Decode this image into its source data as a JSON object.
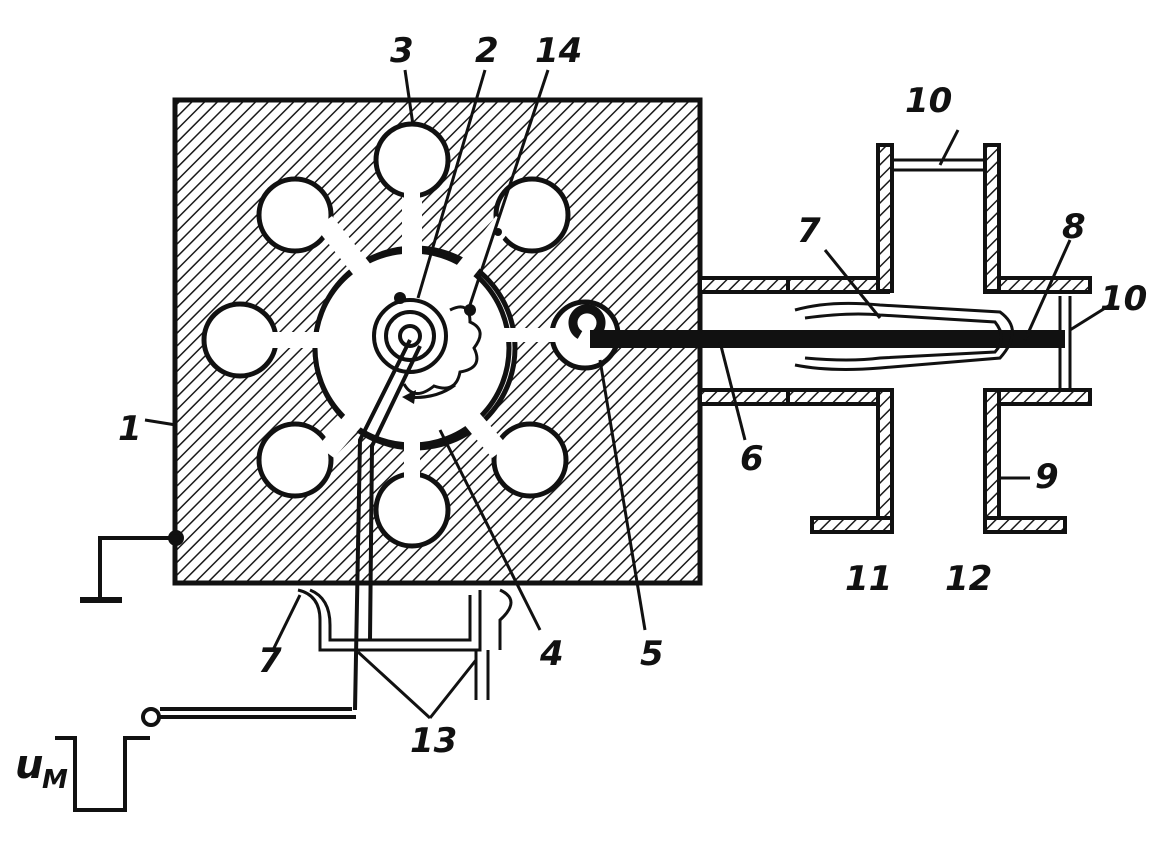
{
  "labels": {
    "l1": "1",
    "l2": "2",
    "l3": "3",
    "l4": "4",
    "l5": "5",
    "l6": "6",
    "l7a": "7",
    "l7b": "7",
    "l8": "8",
    "l9": "9",
    "l10a": "10",
    "l10b": "10",
    "l11": "11",
    "l12": "12",
    "l13": "13",
    "l14": "14",
    "pulse_main": "u",
    "pulse_sub": "M"
  }
}
